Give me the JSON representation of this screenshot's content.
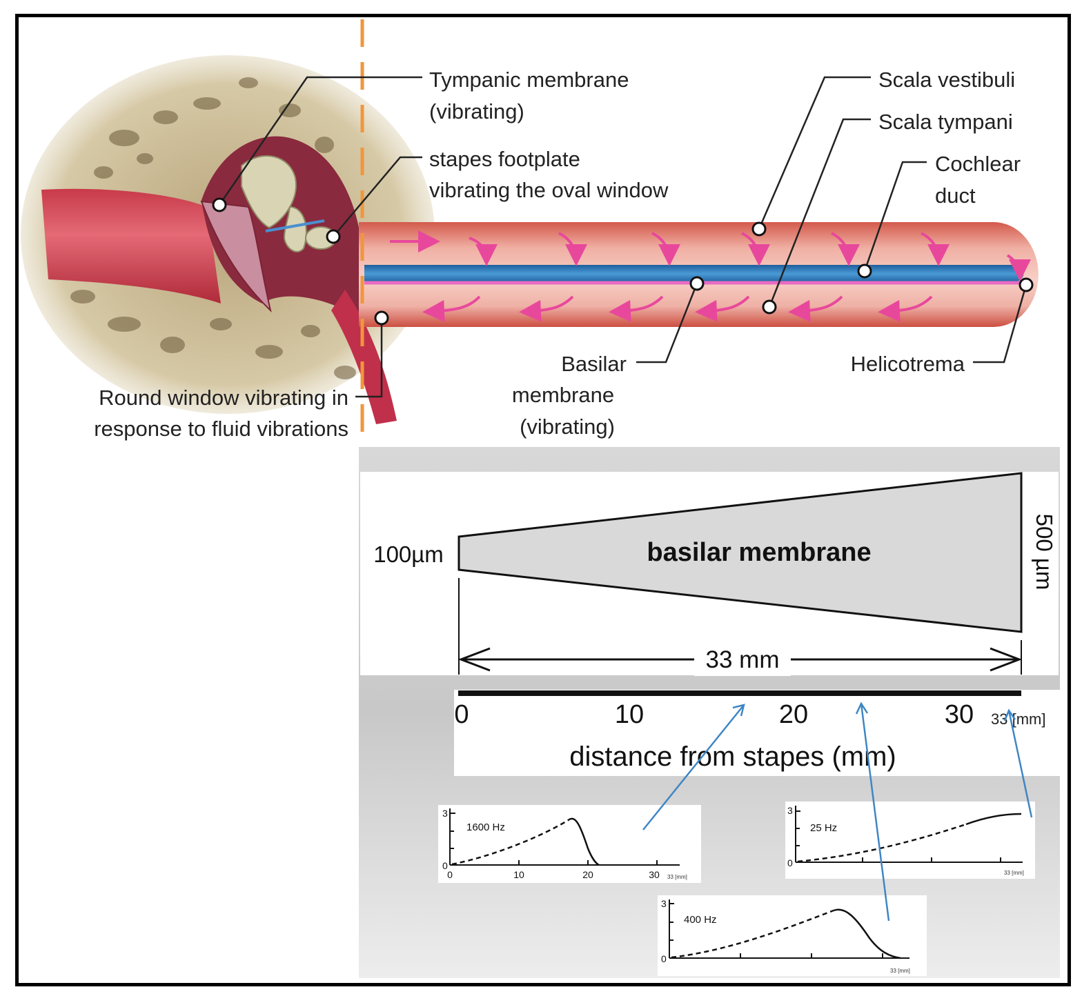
{
  "anatomy_labels": {
    "tympanic_line1": "Tympanic membrane",
    "tympanic_line2": "(vibrating)",
    "stapes_line1": "stapes footplate",
    "stapes_line2": "vibrating the oval window",
    "scala_vestibuli": "Scala vestibuli",
    "scala_tympani": "Scala tympani",
    "cochlear_duct_line1": "Cochlear",
    "cochlear_duct_line2": "duct",
    "basilar_line1": "Basilar",
    "basilar_line2": "membrane",
    "basilar_line3": "(vibrating)",
    "helicotrema": "Helicotrema",
    "round_window_line1": "Round window vibrating in",
    "round_window_line2": "response to fluid vibrations"
  },
  "membrane_diagram": {
    "title": "basilar membrane",
    "narrow_width": "100µm",
    "wide_width": "500 µm",
    "length": "33 mm"
  },
  "distance_axis": {
    "ticks": [
      "0",
      "10",
      "20",
      "30"
    ],
    "end_label": "33 [mm]",
    "label": "distance from stapes (mm)"
  },
  "response_plots": [
    {
      "freq": "1600 Hz",
      "ymax": "3",
      "ymin": "0",
      "xticks": [
        "0",
        "10",
        "20",
        "30"
      ],
      "xend": "33 [mm]"
    },
    {
      "freq": "25 Hz",
      "ymax": "3",
      "ymin": "0",
      "xend": "33 [mm]"
    },
    {
      "freq": "400 Hz",
      "ymax": "3",
      "ymin": "0",
      "xend": "33 [mm]"
    }
  ],
  "colors": {
    "orange_divider": "#f0963c",
    "blue_arrow": "#3f86c4",
    "magenta_arrow": "#e8489c",
    "duct_blue": "#2f79b8",
    "tube_red": "#d96a5e"
  }
}
